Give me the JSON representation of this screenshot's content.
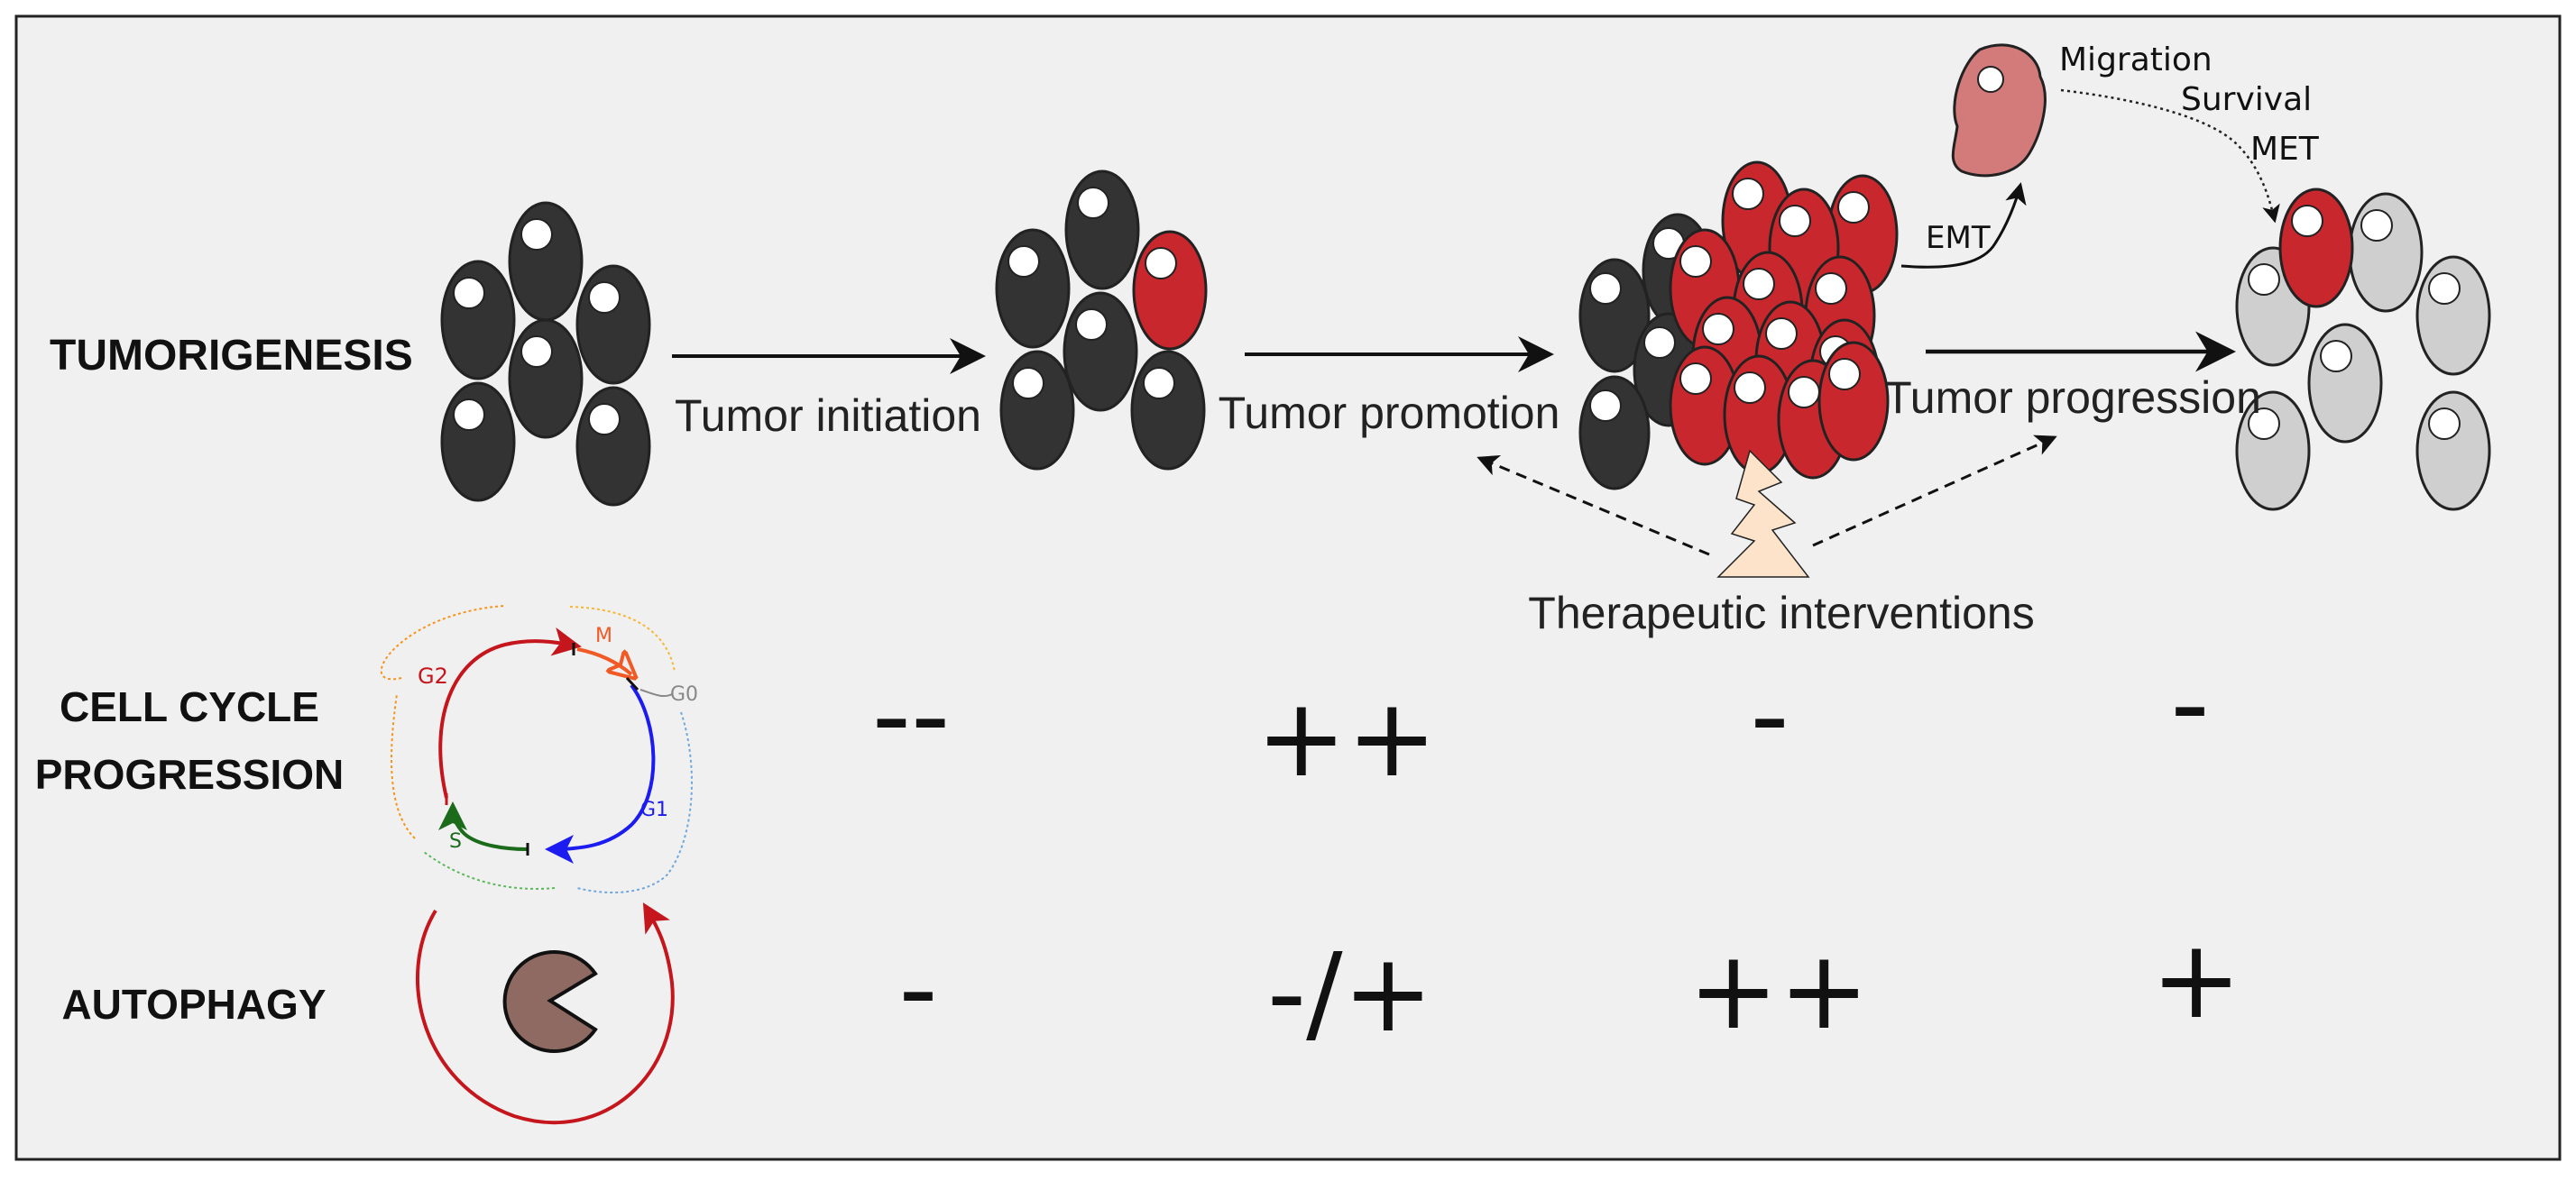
{
  "row_labels": {
    "tumorigenesis": "TUMORIGENESIS",
    "cell_cycle_line1": "CELL CYCLE",
    "cell_cycle_line2": "PROGRESSION",
    "autophagy": "AUTOPHAGY"
  },
  "stages": {
    "initiation": "Tumor initiation",
    "promotion": "Tumor promotion",
    "progression": "Tumor progression"
  },
  "therapy": "Therapeutic interventions",
  "metastasis": {
    "emt": "EMT",
    "migration": "Migration",
    "survival": "Survival",
    "met": "MET"
  },
  "cell_cycle_phases": {
    "g2": "G2",
    "m": "M",
    "g0": "G0",
    "g1": "G1",
    "s": "S"
  },
  "scores": {
    "cell_cycle": [
      "--",
      "++",
      "-",
      "-"
    ],
    "autophagy": [
      "-",
      "-/+",
      "++",
      "+"
    ]
  },
  "colors": {
    "background": "#f0f0f0",
    "normal_cell": "#333333",
    "tumor_cell": "#c8282d",
    "metastatic_cell": "#cfcfcf",
    "migrating_cell": "#d37b7b",
    "autophagosome": "#8e6a63",
    "g2_phase": "#c4161c",
    "m_phase": "#f15a24",
    "g1_phase": "#1c1cf0",
    "s_phase": "#1b6b1b",
    "g0_phase": "#888888",
    "therapy_bolt": "#fde3c9"
  }
}
